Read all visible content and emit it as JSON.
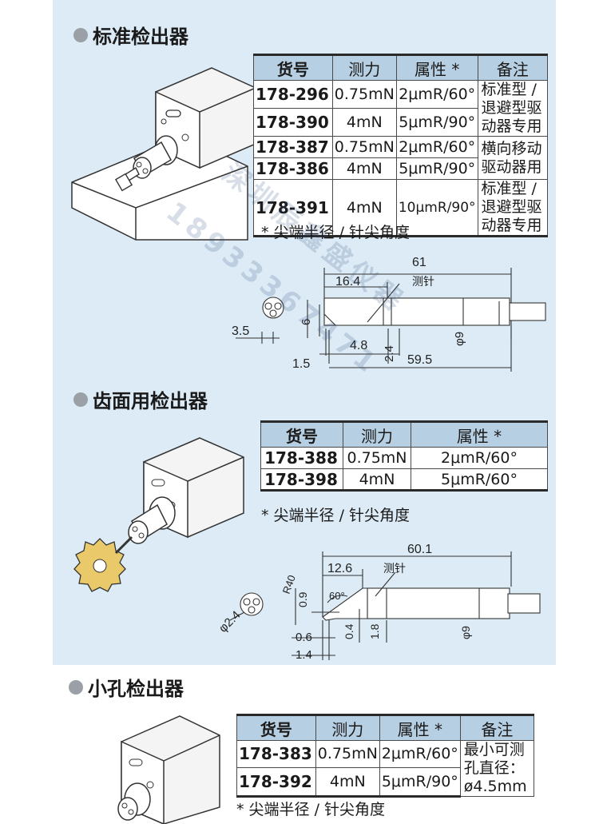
{
  "sections": [
    {
      "title": "标准检出器",
      "headers": [
        "货号",
        "测力",
        "属性 *",
        "备注"
      ],
      "rows": [
        {
          "pn": "178-296",
          "force": "0.75mN",
          "attr": "2μmR/60°"
        },
        {
          "pn": "178-390",
          "force": "4mN",
          "attr": "5μmR/90°"
        },
        {
          "pn": "178-387",
          "force": "0.75mN",
          "attr": "2μmR/60°"
        },
        {
          "pn": "178-386",
          "force": "4mN",
          "attr": "5μmR/90°"
        },
        {
          "pn": "178-391",
          "force": "4mN",
          "attr": "10μmR/90°"
        }
      ],
      "notes": [
        "标准型 / 退避型驱动器专用",
        "横向移动驱动器用",
        "标准型 / 退避型驱动器专用"
      ],
      "footnote": "* 尖端半径 / 针尖角度",
      "dims": {
        "d61": "61",
        "d16_4": "16.4",
        "stylus": "测针",
        "d6": "6",
        "d3_5": "3.5",
        "d4_8": "4.8",
        "d2_4": "2.4",
        "d9": "φ9",
        "d1_5": "1.5",
        "d59_5": "59.5"
      }
    },
    {
      "title": "齿面用检出器",
      "headers": [
        "货号",
        "测力",
        "属性 *"
      ],
      "rows": [
        {
          "pn": "178-388",
          "force": "0.75mN",
          "attr": "2μmR/60°"
        },
        {
          "pn": "178-398",
          "force": "4mN",
          "attr": "5μmR/60°"
        }
      ],
      "footnote": "* 尖端半径 / 针尖角度",
      "dims": {
        "d60_1": "60.1",
        "d12_6": "12.6",
        "stylus": "测针",
        "r40": "R40",
        "d0_9": "0.9",
        "a60": "60°",
        "d2_4": "φ2.4",
        "d0_4": "0.4",
        "d1_8": "1.8",
        "d9": "φ9",
        "d0_6": "0.6",
        "d1_4": "1.4"
      }
    },
    {
      "title": "小孔检出器",
      "headers": [
        "货号",
        "测力",
        "属性 *",
        "备注"
      ],
      "rows": [
        {
          "pn": "178-383",
          "force": "0.75mN",
          "attr": "2μmR/60°"
        },
        {
          "pn": "178-392",
          "force": "4mN",
          "attr": "5μmR/90°"
        }
      ],
      "note": "最小可测孔直径：ø4.5mm",
      "footnote": "* 尖端半径 / 针尖角度"
    }
  ],
  "watermark": {
    "line1": "深圳辰鑫盛仪器",
    "line2": "18933367471"
  },
  "colors": {
    "panel": "#dcebf5",
    "header": "#b7cfe2",
    "bullet": "#9aa0a6"
  }
}
